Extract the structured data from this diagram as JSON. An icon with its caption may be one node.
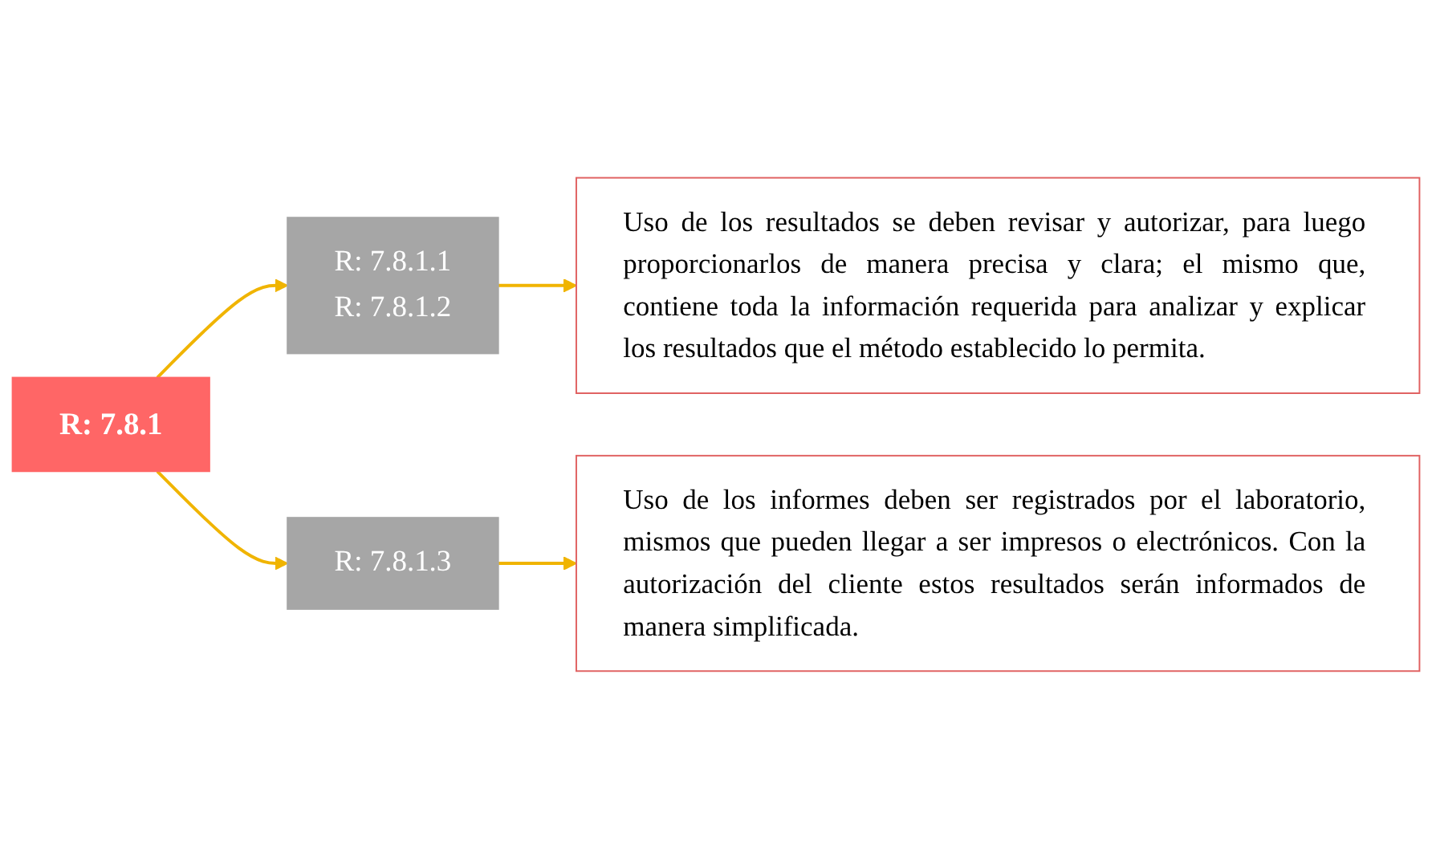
{
  "diagram": {
    "nodes": [
      {
        "text": [
          "R: 7.8.1"
        ]
      },
      {
        "text": [
          "R: 7.8.1.1",
          "R: 7.8.1.2"
        ]
      },
      {
        "text": [
          "Uso de los resultados se deben revisar y autorizar, para luego proporcionarlos de manera precisa y clara; el mismo que, contiene toda la información requerida para analizar y explicar los resultados que el método establecido lo permita."
        ]
      },
      {
        "text": [
          "R: 7.8.1.3"
        ]
      },
      {
        "text": [
          "Uso de los informes deben ser registrados por el laboratorio, mismos que pueden llegar a ser impresos o electrónicos. Con la autorización del cliente estos resultados serán informados de manera simplificada."
        ]
      }
    ],
    "edges": [
      {
        "from": 0,
        "to": 1,
        "arrow": "to"
      },
      {
        "from": 0,
        "to": 3,
        "arrow": "to"
      },
      {
        "from": 1,
        "to": 2,
        "arrow": "to"
      },
      {
        "from": 3,
        "to": 4,
        "arrow": "to"
      }
    ]
  }
}
